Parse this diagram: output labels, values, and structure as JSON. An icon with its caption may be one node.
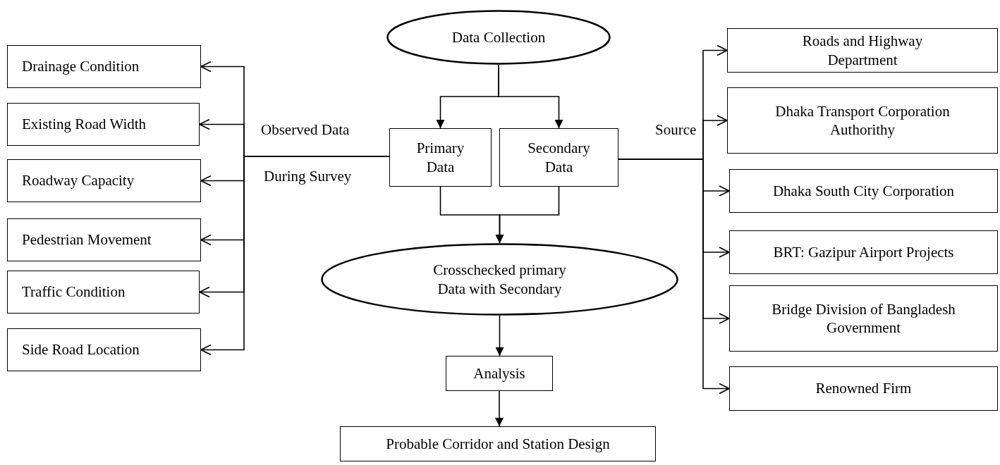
{
  "diagram": {
    "nodes": [
      {
        "text": [
          "Data Collection"
        ]
      },
      {
        "text": [
          "Primary Data"
        ]
      },
      {
        "text": [
          "Secondary Data"
        ]
      },
      {
        "text": [
          "Crosschecked primary Data with Secondary"
        ]
      },
      {
        "text": [
          "Analysis"
        ]
      },
      {
        "text": [
          "Probable Corridor and Station Design"
        ]
      },
      {
        "text": [
          "Drainage Condition"
        ]
      },
      {
        "text": [
          "Existing Road Width"
        ]
      },
      {
        "text": [
          "Roadway Capacity"
        ]
      },
      {
        "text": [
          "Pedestrian Movement"
        ]
      },
      {
        "text": [
          "Traffic Condition"
        ]
      },
      {
        "text": [
          "Side Road Location"
        ]
      },
      {
        "text": [
          "Roads and Highway Department"
        ]
      },
      {
        "text": [
          "Dhaka Transport Corporation Authorithy"
        ]
      },
      {
        "text": [
          "Dhaka South City Corporation"
        ]
      },
      {
        "text": [
          "BRT: Gazipur Airport Projects"
        ]
      },
      {
        "text": [
          "Bridge Division of Bangladesh Government"
        ]
      },
      {
        "text": [
          "Renowned Firm"
        ]
      }
    ],
    "edges": [
      {
        "from": 0,
        "to": 1,
        "arrow": "to"
      },
      {
        "from": 0,
        "to": 2,
        "arrow": "to"
      },
      {
        "from": 1,
        "to": 3,
        "arrow": "to"
      },
      {
        "from": 2,
        "to": 3,
        "arrow": "to"
      },
      {
        "from": 3,
        "to": 4,
        "arrow": "to"
      },
      {
        "from": 4,
        "to": 5,
        "arrow": "to"
      },
      {
        "from": 1,
        "to": 6,
        "arrow": "to"
      },
      {
        "from": 1,
        "to": 7,
        "arrow": "to"
      },
      {
        "from": 1,
        "to": 8,
        "arrow": "to"
      },
      {
        "from": 1,
        "to": 9,
        "arrow": "to"
      },
      {
        "from": 1,
        "to": 10,
        "arrow": "to"
      },
      {
        "from": 1,
        "to": 11,
        "arrow": "to"
      },
      {
        "from": 2,
        "to": 12,
        "arrow": "to"
      },
      {
        "from": 2,
        "to": 13,
        "arrow": "to"
      },
      {
        "from": 2,
        "to": 14,
        "arrow": "to"
      },
      {
        "from": 2,
        "to": 15,
        "arrow": "to"
      },
      {
        "from": 2,
        "to": 16,
        "arrow": "to"
      },
      {
        "from": 2,
        "to": 17,
        "arrow": "to"
      }
    ],
    "labels": [
      "Observed Data",
      "Source",
      "During Survey"
    ]
  }
}
